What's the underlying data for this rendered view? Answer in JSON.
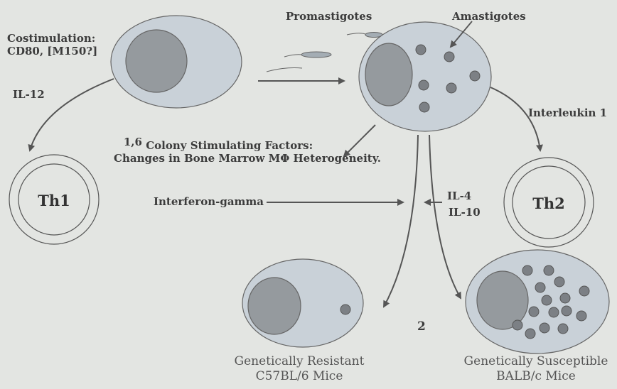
{
  "labels": {
    "costimulation_line1": "Costimulation:",
    "costimulation_line2": "CD80, [M150?]",
    "promastigotes": "Promastigotes",
    "amastigotes": "Amastigotes",
    "il12": "IL-12",
    "interleukin1": "Interleukin 1",
    "csf_line1_prefix": "1,6",
    "csf_line1": "Colony Stimulating Factors:",
    "csf_line2": "Changes in Bone Marrow MΦ Heterogeneity.",
    "interferon": "Interferon-gamma",
    "il4": "IL-4",
    "il10": "IL-10",
    "th1": "Th1",
    "th2": "Th2",
    "number2": "2",
    "resistant_line1": "Genetically Resistant",
    "resistant_line2": "C57BL/6 Mice",
    "susceptible_line1": "Genetically Susceptible",
    "susceptible_line2": "BALB/c Mice"
  },
  "colors": {
    "background": "#e3e5e2",
    "cell_fill": "#c9d1d8",
    "nucleus_fill": "#959a9e",
    "parasite_fill": "#7c8085",
    "line": "#555555",
    "text": "#3c3c3c"
  }
}
